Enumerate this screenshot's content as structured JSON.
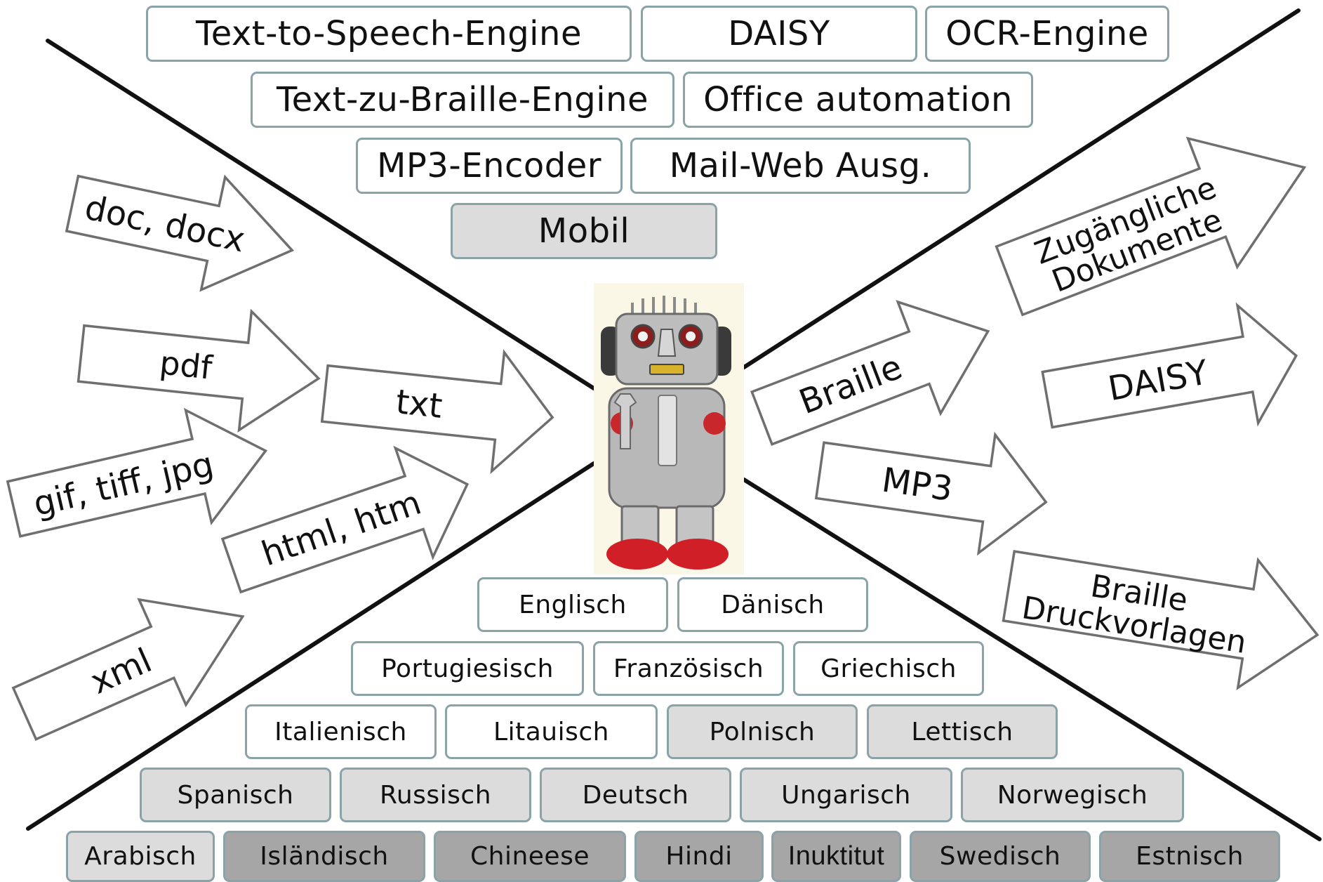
{
  "features": [
    {
      "label": "Text-to-Speech-Engine",
      "tone": "white"
    },
    {
      "label": "DAISY",
      "tone": "white"
    },
    {
      "label": "OCR-Engine",
      "tone": "white"
    },
    {
      "label": "Text-zu-Braille-Engine",
      "tone": "white"
    },
    {
      "label": "Office automation",
      "tone": "white"
    },
    {
      "label": "MP3-Encoder",
      "tone": "white"
    },
    {
      "label": "Mail-Web Ausg.",
      "tone": "white"
    },
    {
      "label": "Mobil",
      "tone": "light"
    }
  ],
  "inputs": [
    {
      "label": "doc, docx"
    },
    {
      "label": "pdf"
    },
    {
      "label": "txt"
    },
    {
      "label": "gif, tiff, jpg"
    },
    {
      "label": "html, htm"
    },
    {
      "label": "xml"
    }
  ],
  "outputs": [
    {
      "lines": [
        "Zugängliche",
        "Dokumente"
      ]
    },
    {
      "lines": [
        "Braille"
      ]
    },
    {
      "lines": [
        "DAISY"
      ]
    },
    {
      "lines": [
        "MP3"
      ]
    },
    {
      "lines": [
        "Braille",
        "Druckvorlagen"
      ]
    }
  ],
  "languages": [
    {
      "label": "Englisch",
      "tone": "white"
    },
    {
      "label": "Dänisch",
      "tone": "white"
    },
    {
      "label": "Portugiesisch",
      "tone": "white"
    },
    {
      "label": "Französisch",
      "tone": "white"
    },
    {
      "label": "Griechisch",
      "tone": "white"
    },
    {
      "label": "Italienisch",
      "tone": "white"
    },
    {
      "label": "Litauisch",
      "tone": "white"
    },
    {
      "label": "Polnisch",
      "tone": "light"
    },
    {
      "label": "Lettisch",
      "tone": "light"
    },
    {
      "label": "Spanisch",
      "tone": "light"
    },
    {
      "label": "Russisch",
      "tone": "light"
    },
    {
      "label": "Deutsch",
      "tone": "light"
    },
    {
      "label": "Ungarisch",
      "tone": "light"
    },
    {
      "label": "Norwegisch",
      "tone": "light"
    },
    {
      "label": "Arabisch",
      "tone": "light"
    },
    {
      "label": "Isländisch",
      "tone": "dark"
    },
    {
      "label": "Chineese",
      "tone": "dark"
    },
    {
      "label": "Hindi",
      "tone": "dark"
    },
    {
      "label": "Inuktitut",
      "tone": "dark"
    },
    {
      "label": "Swedisch",
      "tone": "dark"
    },
    {
      "label": "Estnisch",
      "tone": "dark"
    }
  ],
  "robot_icon": "toy-robot-icon",
  "colors": {
    "box_border": "#8aa3a8",
    "box_white": "#ffffff",
    "box_light": "#dcdcdc",
    "box_dark": "#a6a6a6",
    "arrow_stroke": "#6f6f6f",
    "divider": "#111111"
  }
}
